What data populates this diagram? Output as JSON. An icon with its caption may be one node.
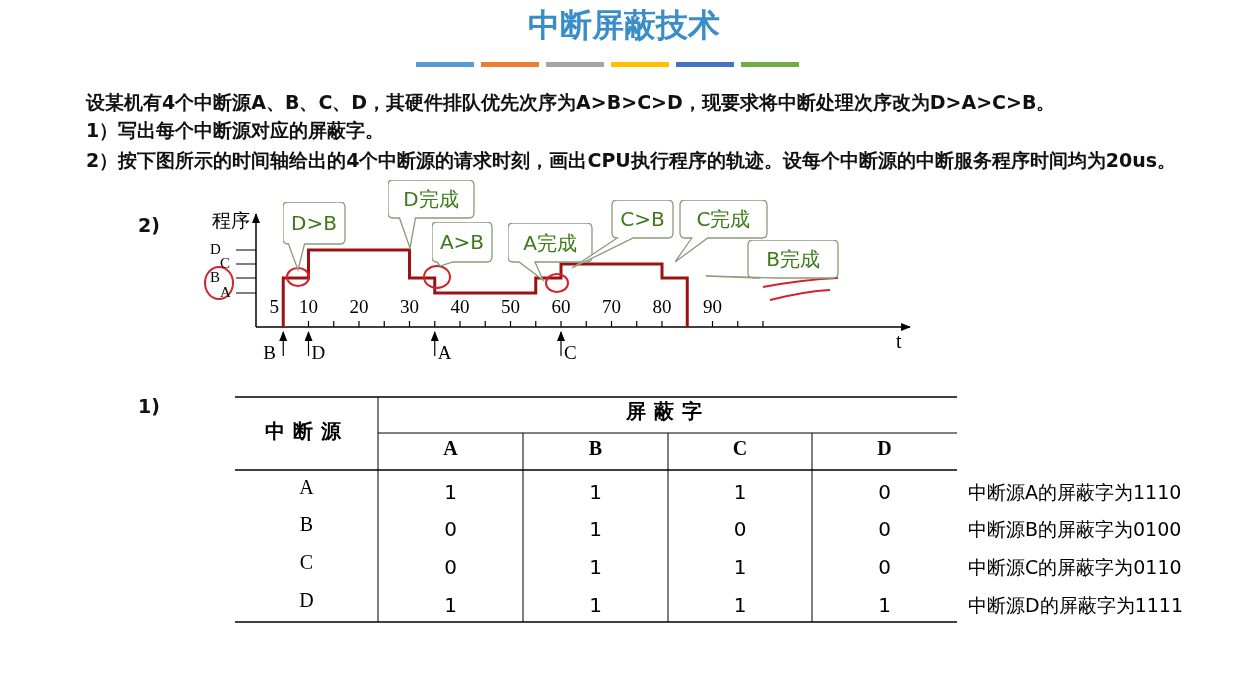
{
  "diagram": {
    "title": "中断屏蔽技术",
    "nodes": [
      {
        "text": [
          "D>B"
        ]
      },
      {
        "text": [
          "D完成"
        ]
      },
      {
        "text": [
          "A>B"
        ]
      },
      {
        "text": [
          "A完成"
        ]
      },
      {
        "text": [
          "C>B"
        ]
      },
      {
        "text": [
          "C完成"
        ]
      },
      {
        "text": [
          "B完成"
        ]
      }
    ],
    "labels": [
      "设某机有4个中断源A、B、C、D，其硬件排队优先次序为A>B>C>D，现要求将中断处理次序改为D>A>C>B。",
      "1）写出每个中断源对应的屏蔽字。",
      "2）按下图所示的时间轴给出的4个中断源的请求时刻，画出CPU执行程序的轨迹。设每个中断源的中断服务程序时间均为20us。",
      "2)",
      "程序",
      "D",
      "C",
      "B",
      "A",
      "5",
      "10",
      "20",
      "30",
      "40",
      "50",
      "60",
      "70",
      "80",
      "90",
      "t",
      "B",
      "D",
      "A",
      "C",
      "1)",
      "中断源",
      "屏蔽字",
      "A",
      "B",
      "C",
      "D",
      "A",
      "1",
      "1",
      "1",
      "0",
      "中断源A的屏蔽字为1110",
      "B",
      "0",
      "1",
      "0",
      "0",
      "中断源B的屏蔽字为0100",
      "C",
      "0",
      "1",
      "1",
      "0",
      "中断源C的屏蔽字为0110",
      "D",
      "1",
      "1",
      "1",
      "1",
      "中断源D的屏蔽字为1111"
    ]
  }
}
